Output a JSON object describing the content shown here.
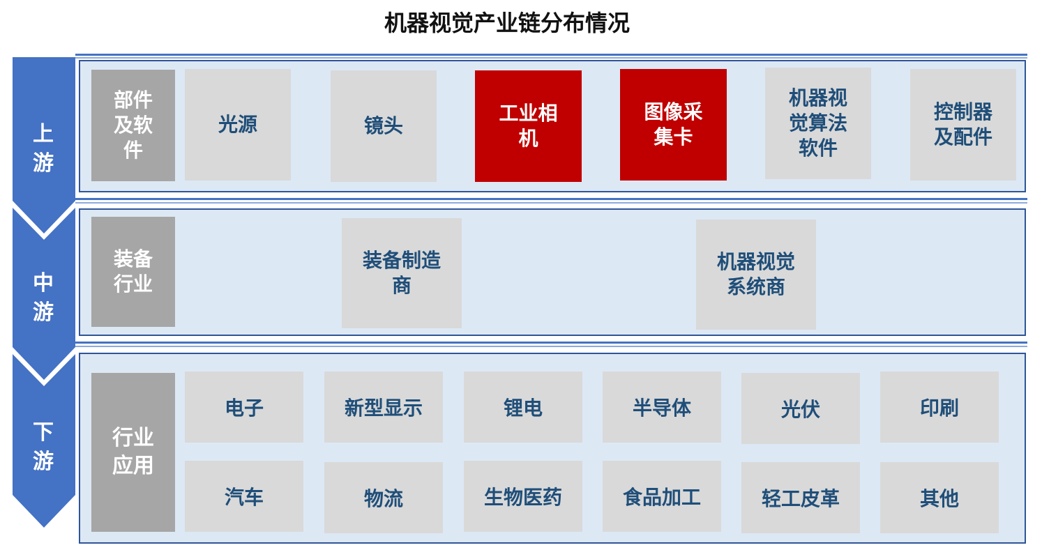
{
  "title": "机器视觉产业链分布情况",
  "stages": {
    "upstream": "上\n游",
    "midstream": "中\n游",
    "downstream": "下\n游"
  },
  "upstream": {
    "header": "部件\n及软\n件",
    "items": [
      {
        "label": "光源",
        "highlight": false
      },
      {
        "label": "镜头",
        "highlight": false
      },
      {
        "label": "工业相\n机",
        "highlight": true
      },
      {
        "label": "图像采\n集卡",
        "highlight": true
      },
      {
        "label": "机器视\n觉算法\n软件",
        "highlight": false
      },
      {
        "label": "控制器\n及配件",
        "highlight": false
      }
    ]
  },
  "midstream": {
    "header": "装备\n行业",
    "items": [
      {
        "label": "装备制造\n商"
      },
      {
        "label": "机器视觉\n系统商"
      }
    ]
  },
  "downstream": {
    "header": "行业\n应用",
    "row1": [
      "电子",
      "新型显示",
      "锂电",
      "半导体",
      "光伏",
      "印刷"
    ],
    "row2": [
      "汽车",
      "物流",
      "生物医药",
      "食品加工",
      "轻工皮革",
      "其他"
    ]
  },
  "colors": {
    "arrow": "#4472c4",
    "tier_border": "#2f5597",
    "tier_bg": "#dde8f5",
    "box": "#d9d9d9",
    "header_box": "#a6a6a6",
    "highlight": "#c00000",
    "text": "#1f4e79"
  }
}
